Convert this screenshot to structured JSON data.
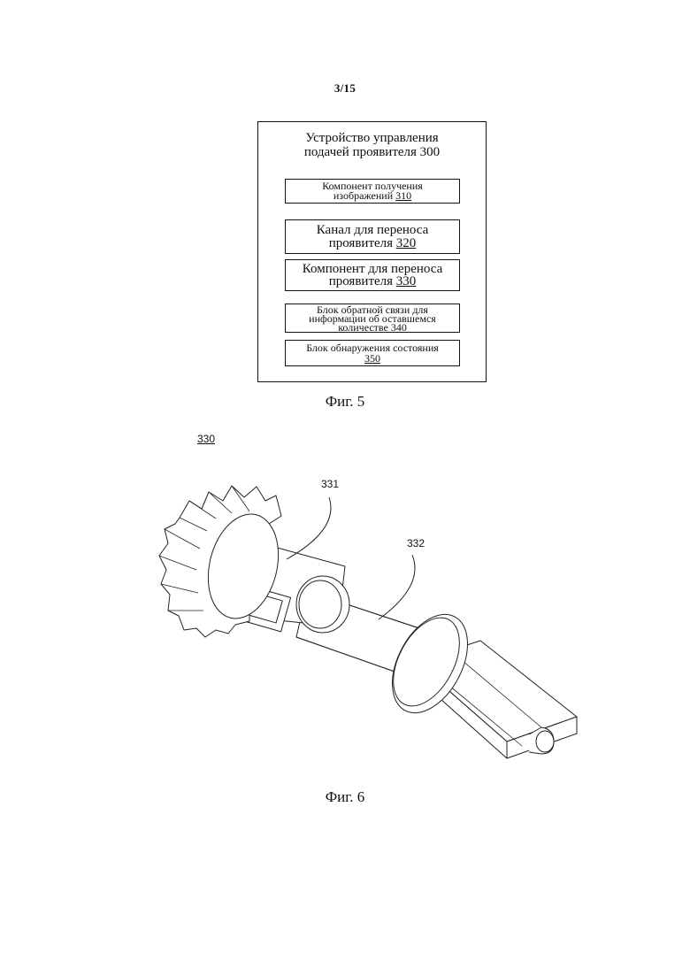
{
  "page": {
    "number": "3/15"
  },
  "figure5": {
    "caption": "Фиг. 5",
    "title_line1": "Устройство управления",
    "title_line2": "подачей проявителя 300",
    "blocks": [
      {
        "line1": "Компонент получения",
        "line2": "изображений",
        "number": "310"
      },
      {
        "line1": "Канал для переноса",
        "line2": "проявителя",
        "number": "320"
      },
      {
        "line1": "Компонент для переноса",
        "line2": "проявителя",
        "number": "330"
      },
      {
        "line1": "Блок обратной связи для",
        "line2": "информации об оставшемся",
        "line3": "количестве",
        "number": "340"
      },
      {
        "line1": "Блок обнаружения состояния",
        "number": "350"
      }
    ]
  },
  "figure6": {
    "caption": "Фиг. 6",
    "reference": "330",
    "labels": {
      "part_331": "331",
      "part_332": "332"
    }
  }
}
